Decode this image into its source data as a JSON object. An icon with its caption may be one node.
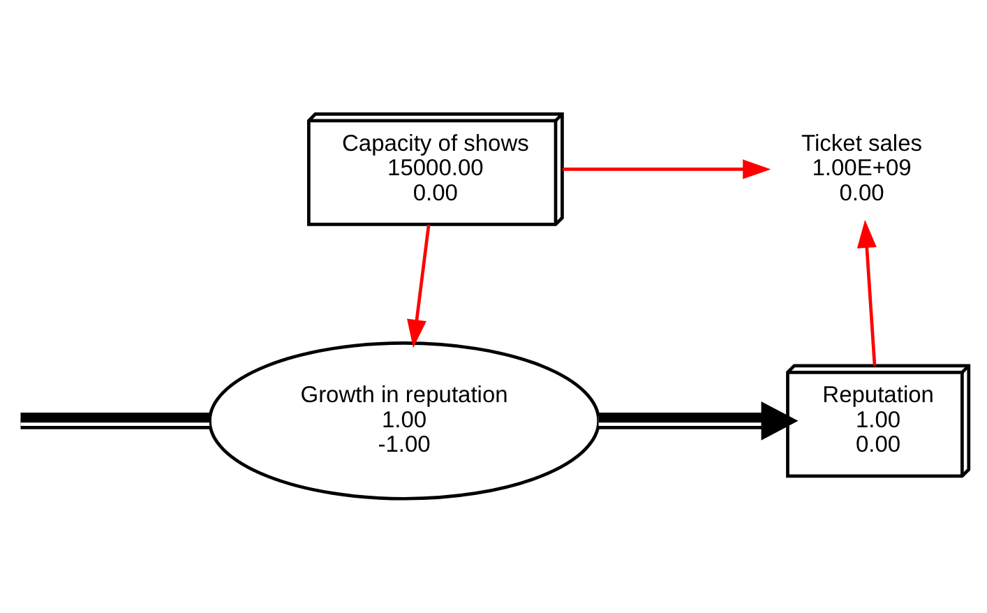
{
  "diagram": {
    "nodes": [
      {
        "text": [
          "Capacity of shows",
          "15000.00",
          "0.00"
        ]
      },
      {
        "text": [
          "Ticket sales",
          "1.00E+09",
          "0.00"
        ]
      },
      {
        "text": [
          "Growth in reputation",
          "1.00",
          "-1.00"
        ]
      },
      {
        "text": [
          "Reputation",
          "1.00",
          "0.00"
        ]
      }
    ],
    "edges": [
      {
        "from": 0,
        "to": 1,
        "arrow": "to"
      },
      {
        "from": 0,
        "to": 2,
        "arrow": "to"
      },
      {
        "from": 3,
        "to": 1,
        "arrow": "to"
      },
      {
        "from": null,
        "to": 2,
        "arrow": "none",
        "style": "thick",
        "color": "#000000"
      },
      {
        "from": 2,
        "to": 3,
        "arrow": "to",
        "style": "thick",
        "color": "#000000"
      }
    ]
  }
}
